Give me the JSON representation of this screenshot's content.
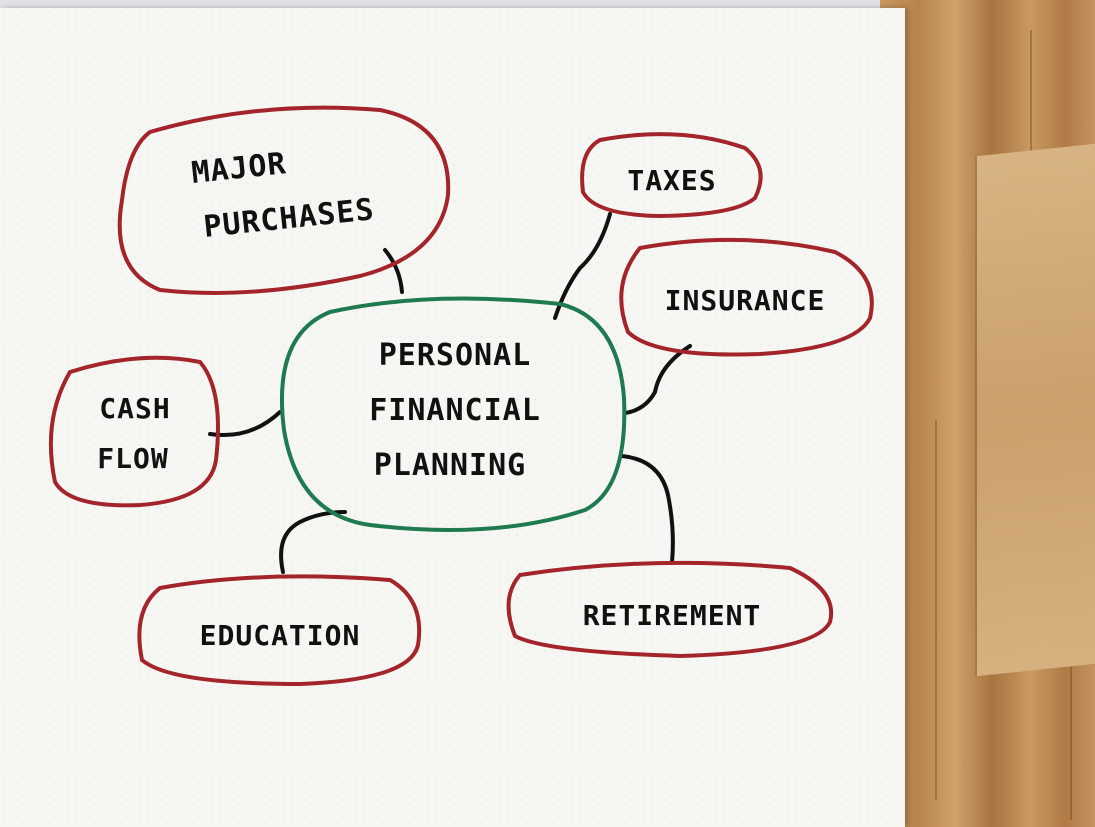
{
  "center": {
    "lines": [
      "PERSONAL",
      "FINANCIAL",
      "PLANNING"
    ],
    "color": "#1f7a4f"
  },
  "nodes": [
    {
      "id": "major-purchases",
      "lines": [
        "MAJOR",
        "PURCHASES"
      ]
    },
    {
      "id": "taxes",
      "lines": [
        "TAXES"
      ]
    },
    {
      "id": "insurance",
      "lines": [
        "INSURANCE"
      ]
    },
    {
      "id": "cash-flow",
      "lines": [
        "CASH",
        "FLOW"
      ]
    },
    {
      "id": "education",
      "lines": [
        "EDUCATION"
      ]
    },
    {
      "id": "retirement",
      "lines": [
        "RETIREMENT"
      ]
    }
  ],
  "node_color": "#a3252b",
  "ink_color": "#111111"
}
